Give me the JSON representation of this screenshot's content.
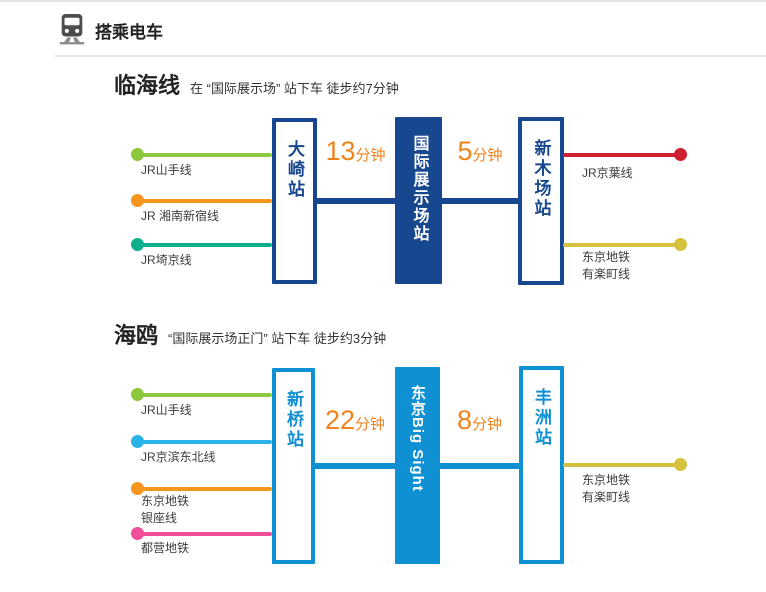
{
  "header": {
    "title": "搭乘电车"
  },
  "colors": {
    "navy": "#17478F",
    "bright_blue": "#0E90D2",
    "time_orange": "#F0831E",
    "divider_gray": "#E7E7E7"
  },
  "sections": [
    {
      "title": "临海线",
      "subtitle": "在 “国际展示场” 站下车 徒步约7分钟",
      "theme_color": "#17478F",
      "stations": {
        "from": "大崎站",
        "hub": "国际展示场站",
        "to": "新木场站"
      },
      "segments": [
        {
          "num": "13",
          "unit": "分钟"
        },
        {
          "num": "5",
          "unit": "分钟"
        }
      ],
      "feeder_lines": [
        {
          "color": "#8DC63F",
          "label_lines": [
            "JR山手线"
          ]
        },
        {
          "color": "#F7941E",
          "label_lines": [
            "JR 湘南新宿线"
          ]
        },
        {
          "color": "#0FAF8C",
          "label_lines": [
            "JR埼京线"
          ]
        }
      ],
      "exit_lines": [
        {
          "color": "#CE2031",
          "label_lines": [
            "JR京葉线"
          ]
        },
        {
          "color": "#D6C13E",
          "label_lines": [
            "东京地铁",
            "有楽町线"
          ]
        }
      ]
    },
    {
      "title": "海鸥",
      "subtitle": "“国际展示场正门” 站下车 徒步约3分钟",
      "theme_color": "#0E90D2",
      "stations": {
        "from": "新桥站",
        "hub": "东京Big Sight",
        "to": "丰洲站"
      },
      "segments": [
        {
          "num": "22",
          "unit": "分钟"
        },
        {
          "num": "8",
          "unit": "分钟"
        }
      ],
      "feeder_lines": [
        {
          "color": "#8DC63F",
          "label_lines": [
            "JR山手线"
          ]
        },
        {
          "color": "#29B3E9",
          "label_lines": [
            "JR京滨东北线"
          ]
        },
        {
          "color": "#F7941E",
          "label_lines": [
            "东京地铁",
            "银座线"
          ]
        },
        {
          "color": "#F04E98",
          "label_lines": [
            "都营地铁"
          ]
        }
      ],
      "exit_lines": [
        {
          "color": "#D6C13E",
          "label_lines": [
            "东京地铁",
            "有楽町线"
          ]
        }
      ]
    }
  ]
}
